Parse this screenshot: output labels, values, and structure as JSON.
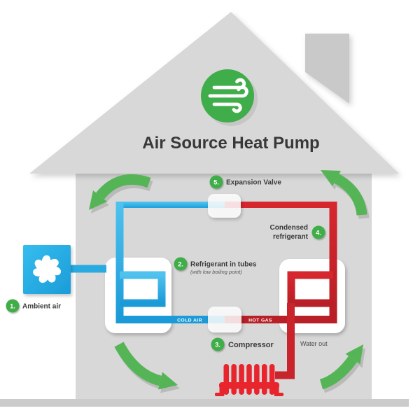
{
  "title": "Air Source Heat Pump",
  "steps": [
    {
      "num": "1.",
      "label": "Ambient air"
    },
    {
      "num": "2.",
      "label": "Refrigerant in tubes",
      "note": "(with low boiling point)"
    },
    {
      "num": "3.",
      "label": "Compressor"
    },
    {
      "num": "4.",
      "label_line1": "Condensed",
      "label_line2": "refrigerant"
    },
    {
      "num": "5.",
      "label": "Expansion Valve"
    }
  ],
  "pipe_labels": {
    "cold": "COLD AIR",
    "hot": "HOT GAS",
    "water_out": "Water out"
  },
  "icons": {
    "wind": "wind-icon",
    "fan": "fan-icon",
    "radiator": "radiator-icon",
    "arrow": "curved-flow-arrow-icon"
  },
  "colors": {
    "green": "#3fad49",
    "arrow_green": "#55b556",
    "blue": "#29abe2",
    "red": "#d6272e",
    "house_gray": "#d8d8d8",
    "chimney_gray": "#c9c9c9",
    "ground_gray": "#cbcbcb",
    "text_dark": "#3a3a3a"
  }
}
